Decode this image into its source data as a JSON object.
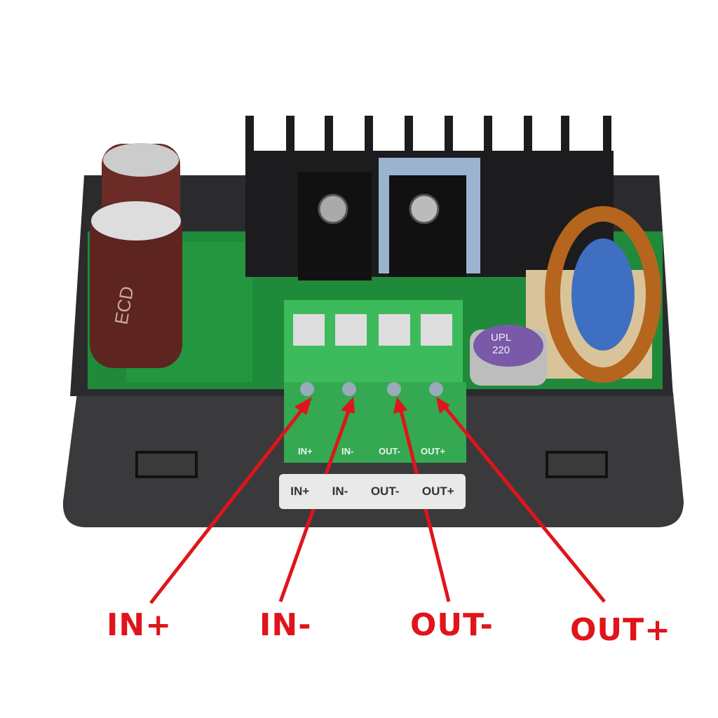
{
  "callouts": {
    "in_plus": "IN+",
    "in_minus": "IN-",
    "out_minus": "OUT-",
    "out_plus": "OUT+"
  },
  "label_strip": [
    "IN+",
    "IN-",
    "OUT-",
    "OUT+"
  ],
  "terminal_print": [
    "IN+",
    "IN-",
    "OUT-",
    "OUT+"
  ],
  "capacitor_left": "ECD",
  "capacitor_right": [
    "UPL",
    "220"
  ],
  "colors": {
    "callout": "#e0141b",
    "pcb": "#1f8a3a",
    "terminal": "#3dbb5c",
    "housing": "#2d2d30",
    "heatsink": "#1c1c1e"
  }
}
